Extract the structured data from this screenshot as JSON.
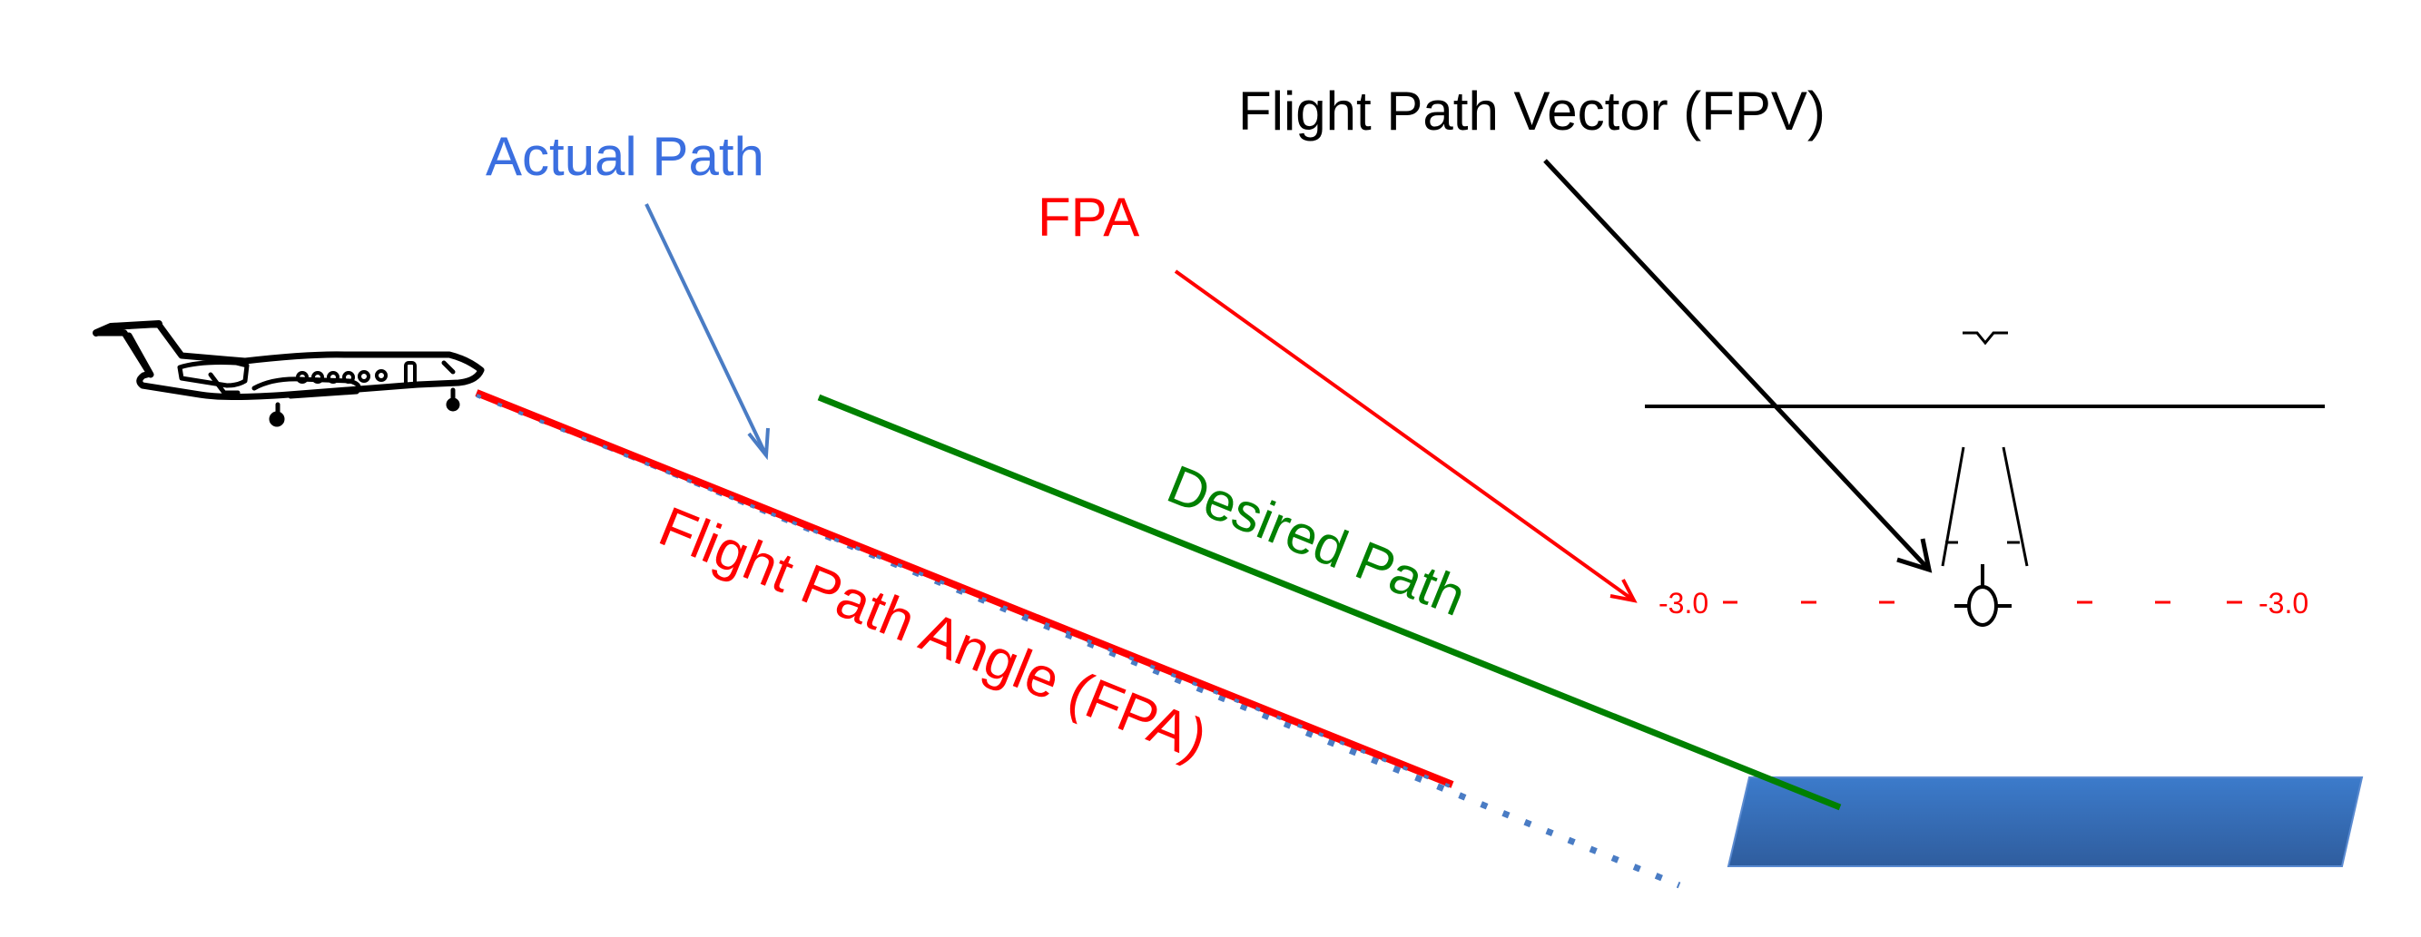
{
  "labels": {
    "actual_path": "Actual Path",
    "fpa_short": "FPA",
    "fpv": "Flight Path Vector (FPV)",
    "desired_path": "Desired Path",
    "flight_path_angle": "Flight Path Angle (FPA)",
    "pitch_left": "-3.0",
    "pitch_right": "-3.0"
  },
  "colors": {
    "actual": "#3B6FE0",
    "actual_dots": "#4A7CC4",
    "fpa": "#FF0000",
    "desired": "#008000",
    "fpv": "#000000",
    "runway": "#3A74C2"
  }
}
